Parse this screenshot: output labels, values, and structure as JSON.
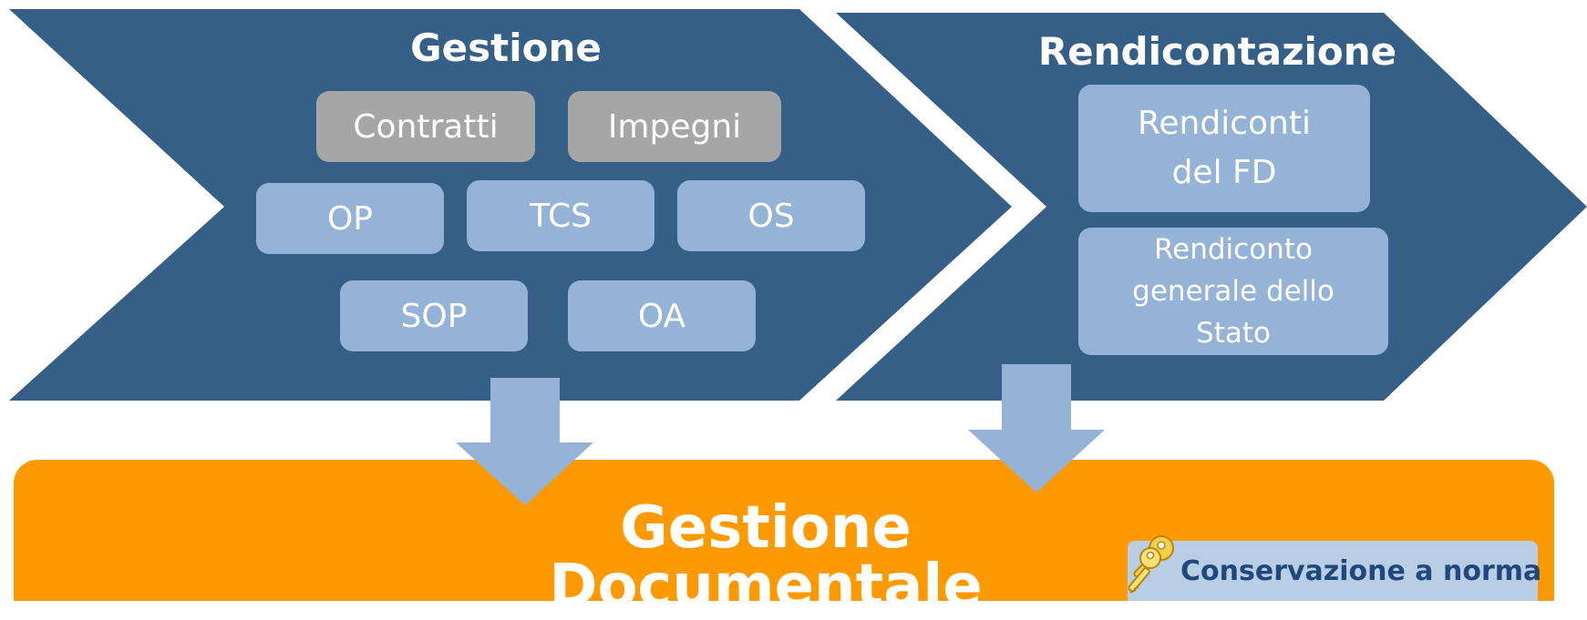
{
  "colors": {
    "chevron": "#365f87",
    "box_gray": "#a6a6a6",
    "box_blue": "#95b3d7",
    "arrow": "#95b3d7",
    "bar": "#ff9900",
    "badge_bg": "#b9cde5",
    "badge_text": "#1f497d"
  },
  "gestione": {
    "title": "Gestione",
    "boxes": {
      "contratti": "Contratti",
      "impegni": "Impegni",
      "op": "OP",
      "tcs": "TCS",
      "os": "OS",
      "sop": "SOP",
      "oa": "OA"
    }
  },
  "rendicontazione": {
    "title": "Rendicontazione",
    "rendiconti_fd": [
      "Rendiconti",
      "del FD"
    ],
    "rendiconto_generale": [
      "Rendiconto",
      "generale dello",
      "Stato"
    ]
  },
  "documentale": {
    "title": "Gestione Documentale",
    "badge_label": "Conservazione a norma",
    "badge_icon": "keys-icon"
  }
}
